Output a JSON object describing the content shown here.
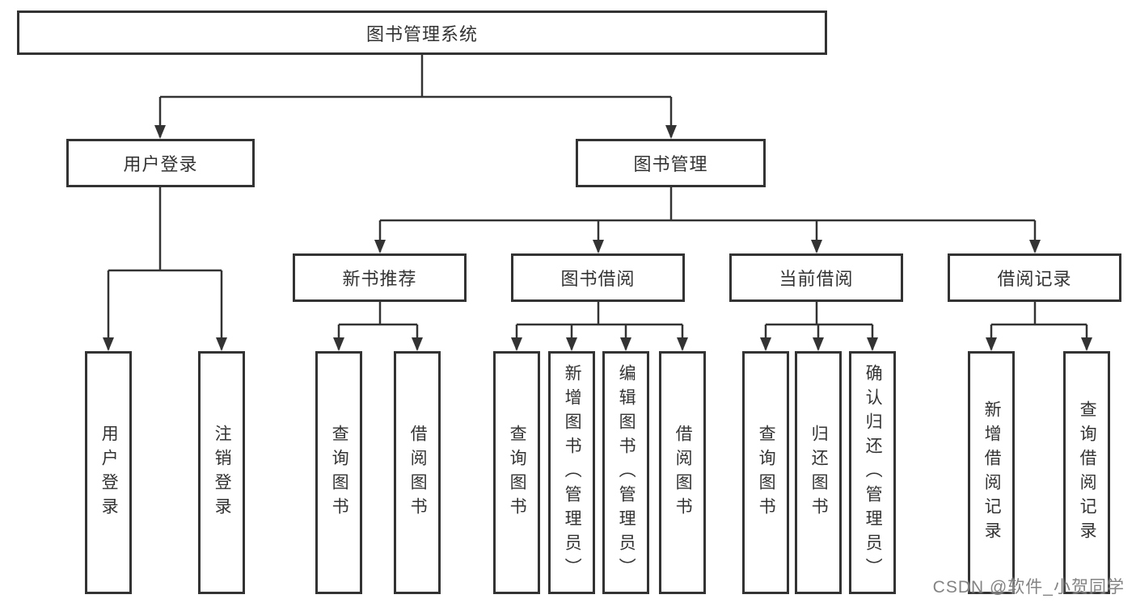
{
  "diagram": {
    "root": "图书管理系统",
    "user_login": {
      "label": "用户登录",
      "leaves": [
        "用户登录",
        "注销登录"
      ]
    },
    "book_management": {
      "label": "图书管理",
      "sections": [
        {
          "label": "新书推荐",
          "leaves": [
            "查询图书",
            "借阅图书"
          ]
        },
        {
          "label": "图书借阅",
          "leaves": [
            "查询图书",
            "新增图书（管理员）",
            "编辑图书（管理员）",
            "借阅图书"
          ]
        },
        {
          "label": "当前借阅",
          "leaves": [
            "查询图书",
            "归还图书",
            "确认归还（管理员）"
          ]
        },
        {
          "label": "借阅记录",
          "leaves": [
            "新增借阅记录",
            "查询借阅记录"
          ]
        }
      ]
    }
  },
  "watermark": "CSDN @软件_小贺同学",
  "colors": {
    "line": "#333333",
    "text": "#333333",
    "box_background": "#ffffff",
    "watermark": "#787878"
  }
}
